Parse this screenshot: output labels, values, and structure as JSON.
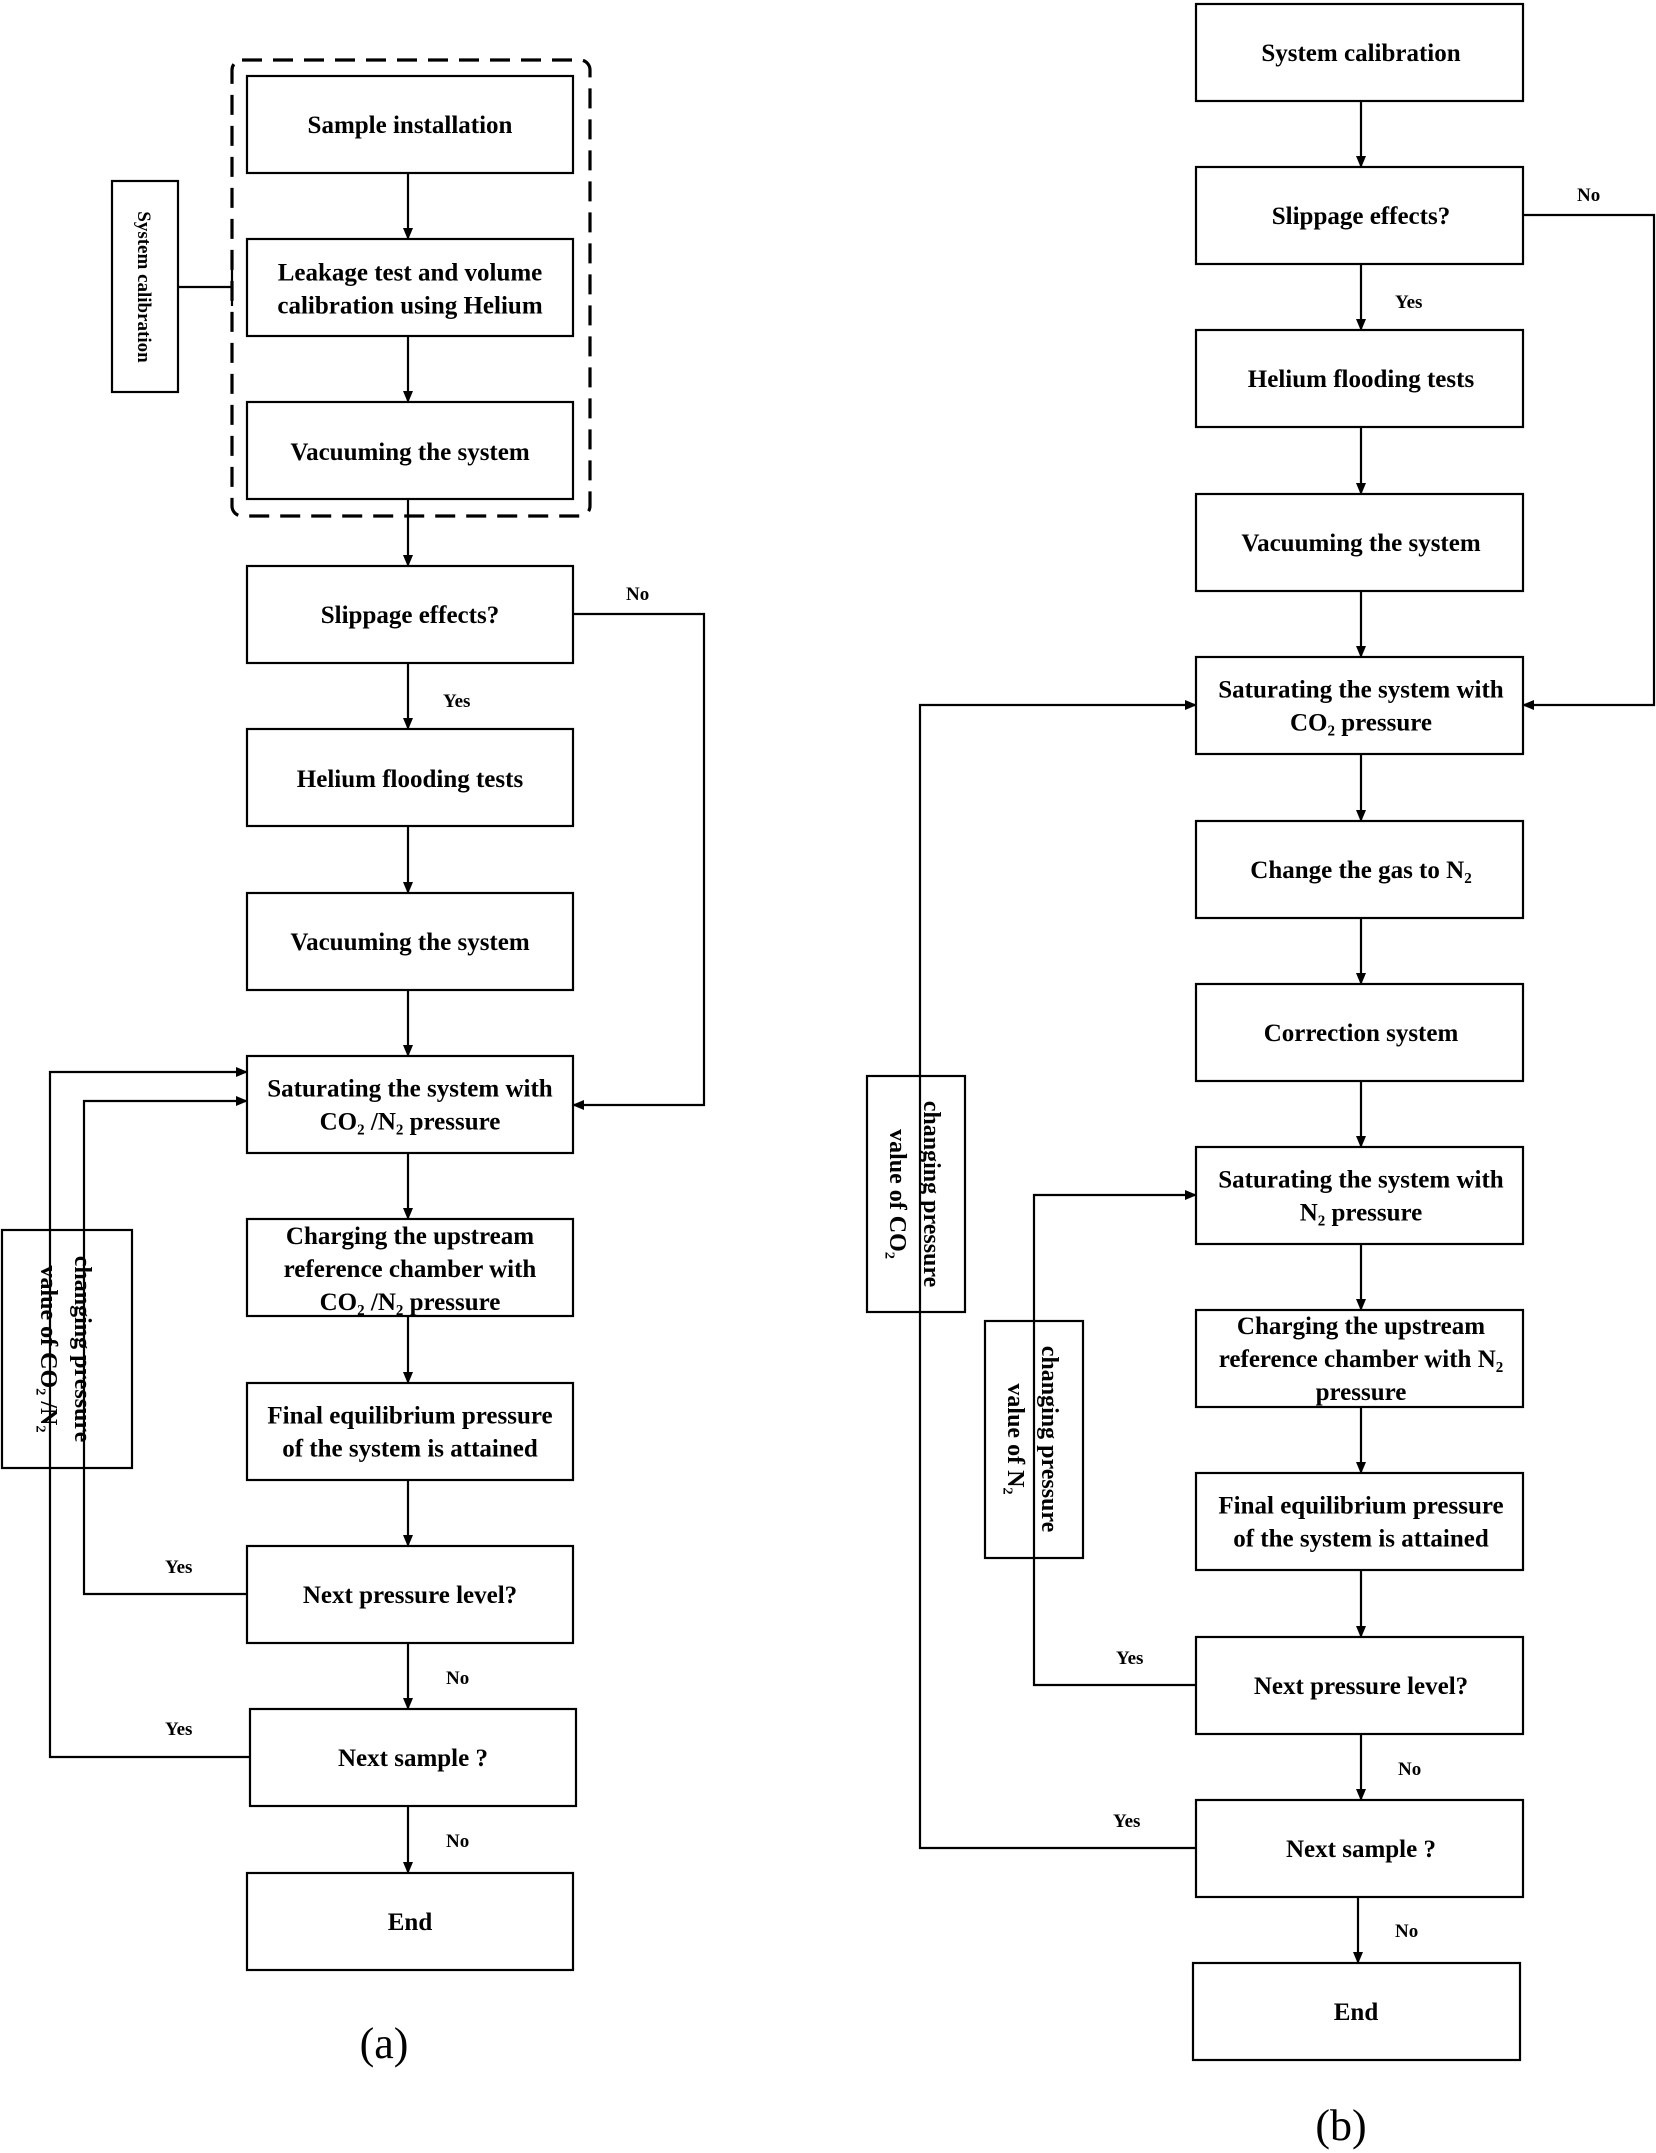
{
  "panel_a": {
    "caption": "(a)",
    "side_label": "System calibration",
    "loop_label_lines": [
      "changing pressure",
      "value of CO₂ /N₂"
    ],
    "steps": {
      "sample_installation": [
        "Sample installation"
      ],
      "leakage_test": [
        "Leakage test and volume",
        "calibration using Helium"
      ],
      "vacuuming_1": [
        "Vacuuming the system"
      ],
      "slippage": [
        "Slippage effects?"
      ],
      "helium_flooding": [
        "Helium flooding tests"
      ],
      "vacuuming_2": [
        "Vacuuming the system"
      ],
      "saturating": [
        "Saturating the system with",
        "CO₂ /N₂ pressure"
      ],
      "charging": [
        "Charging the upstream",
        "reference chamber with",
        "CO₂ /N₂ pressure"
      ],
      "final_equilibrium": [
        "Final equilibrium pressure",
        "of the system is attained"
      ],
      "next_pressure": [
        "Next pressure level?"
      ],
      "next_sample": [
        "Next sample ?"
      ],
      "end": [
        "End"
      ]
    },
    "edge_labels": {
      "slippage_no": "No",
      "slippage_yes": "Yes",
      "pressure_yes": "Yes",
      "pressure_no": "No",
      "sample_yes": "Yes",
      "sample_no": "No"
    }
  },
  "panel_b": {
    "caption": "(b)",
    "loop_co2_lines": [
      "changing pressure",
      "value of CO₂"
    ],
    "loop_n2_lines": [
      "changing pressure",
      "value of N₂"
    ],
    "steps": {
      "system_calibration": [
        "System calibration"
      ],
      "slippage": [
        "Slippage effects?"
      ],
      "helium_flooding": [
        "Helium flooding tests"
      ],
      "vacuuming": [
        "Vacuuming the system"
      ],
      "saturating_co2": [
        "Saturating the system with",
        "CO₂ pressure"
      ],
      "change_gas": [
        "Change the gas  to N₂"
      ],
      "correction": [
        "Correction system"
      ],
      "saturating_n2": [
        "Saturating the system with",
        "N₂ pressure"
      ],
      "charging": [
        "Charging the upstream",
        "reference chamber with N₂",
        "pressure"
      ],
      "final_equilibrium": [
        "Final equilibrium pressure",
        "of the system is attained"
      ],
      "next_pressure": [
        "Next pressure level?"
      ],
      "next_sample": [
        "Next sample ?"
      ],
      "end": [
        "End"
      ]
    },
    "edge_labels": {
      "slippage_no": "No",
      "slippage_yes": "Yes",
      "pressure_yes": "Yes",
      "pressure_no": "No",
      "sample_yes": "Yes",
      "sample_no": "No"
    }
  }
}
